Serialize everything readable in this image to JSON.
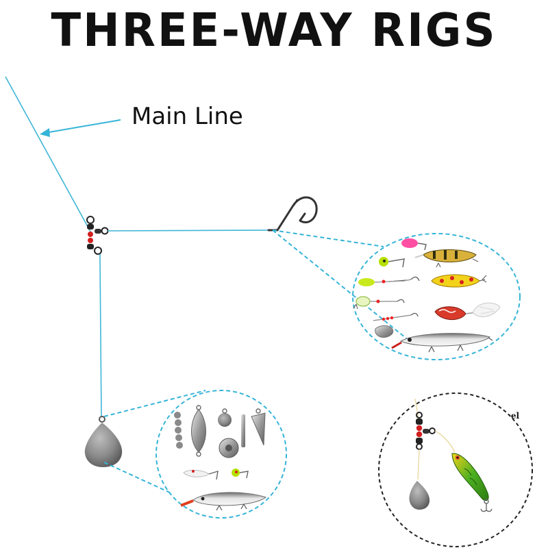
{
  "diagram": {
    "title": "THREE-WAY RIGS",
    "main_line_label": "Main Line",
    "inset_label": "Main line to reel"
  },
  "colors": {
    "line": "#3fb6d6",
    "callout": "#35b4d8",
    "bead": "#e02020",
    "sinker": "#8a8a8a",
    "hook": "#333333",
    "inset_border": "#222222",
    "lure_green": "#4caf20",
    "lure_yellow": "#f2d21b",
    "lure_red": "#d93a2a"
  },
  "icons": [
    "three-way-swivel-icon",
    "hook-icon",
    "sinker-icon",
    "lure-icon",
    "jig-icon",
    "spoon-icon",
    "spinner-icon"
  ]
}
